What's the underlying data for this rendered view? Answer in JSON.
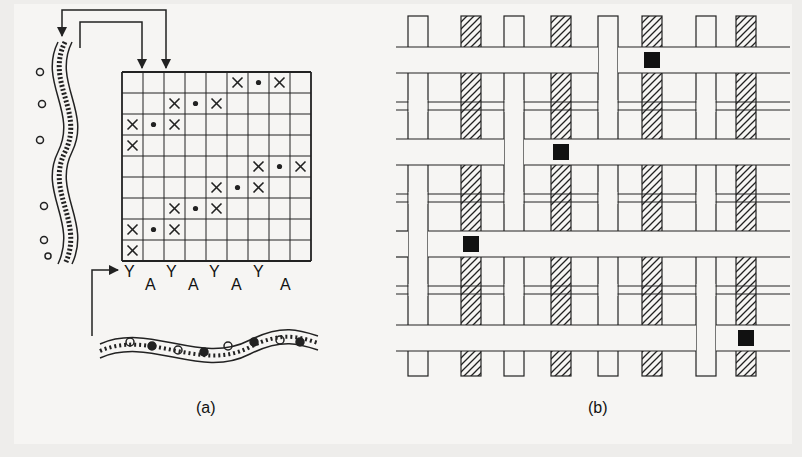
{
  "diagram": {
    "labels": [
      "Y",
      "A",
      "Y",
      "A",
      "Y",
      "A",
      "Y",
      "A",
      "(a)",
      "(b)"
    ]
  }
}
